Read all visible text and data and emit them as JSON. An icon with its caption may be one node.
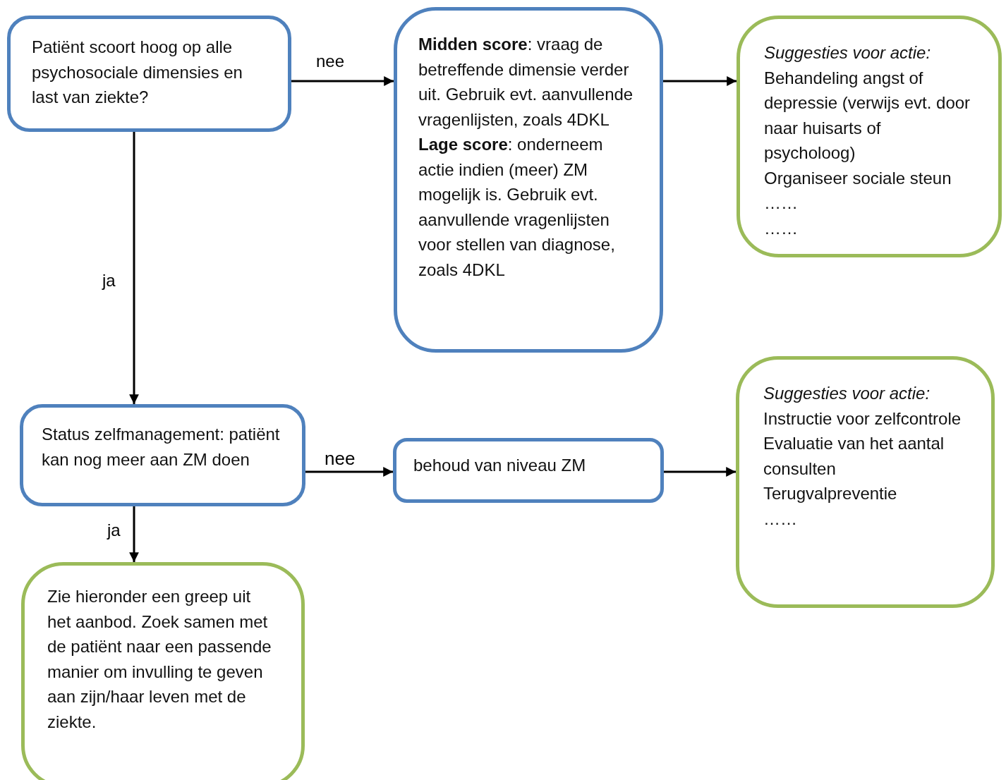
{
  "diagram": {
    "nodes": [
      {
        "text": [
          "Patiënt scoort hoog op alle psychosociale dimensies en last van ziekte?"
        ]
      },
      {
        "text": [
          "**Midden score**: vraag de betreffende dimensie verder uit. Gebruik evt. aanvullende vragenlijsten, zoals 4DKL",
          "**Lage score**: onderneem actie indien (meer) ZM mogelijk is. Gebruik evt. aanvullende vragenlijsten voor stellen van diagnose, zoals 4DKL"
        ]
      },
      {
        "text": [
          "*Suggesties voor actie:*",
          "Behandeling angst of depressie (verwijs evt. door naar huisarts of psycholoog)",
          "Organiseer sociale steun",
          "……",
          "……"
        ]
      },
      {
        "text": [
          "Status zelfmanagement: patiënt kan nog meer aan ZM doen"
        ]
      },
      {
        "text": [
          "behoud van niveau ZM"
        ]
      },
      {
        "text": [
          "*Suggesties voor actie:*",
          "Instructie voor zelfcontrole",
          "Evaluatie van het aantal consulten",
          "Terugvalpreventie",
          "……"
        ]
      },
      {
        "text": [
          "Zie hieronder een greep uit het aanbod. Zoek samen met de patiënt naar een passende manier om invulling te geven aan zijn/haar leven met de ziekte."
        ]
      }
    ],
    "edges": [
      {
        "from": 0,
        "to": 1,
        "arrow": "to",
        "label": "nee"
      },
      {
        "from": 1,
        "to": 2,
        "arrow": "to"
      },
      {
        "from": 0,
        "to": 3,
        "arrow": "to",
        "label": "ja"
      },
      {
        "from": 3,
        "to": 4,
        "arrow": "to",
        "label": "nee"
      },
      {
        "from": 4,
        "to": 5,
        "arrow": "to"
      },
      {
        "from": 3,
        "to": 6,
        "arrow": "to",
        "label": "ja"
      }
    ]
  }
}
